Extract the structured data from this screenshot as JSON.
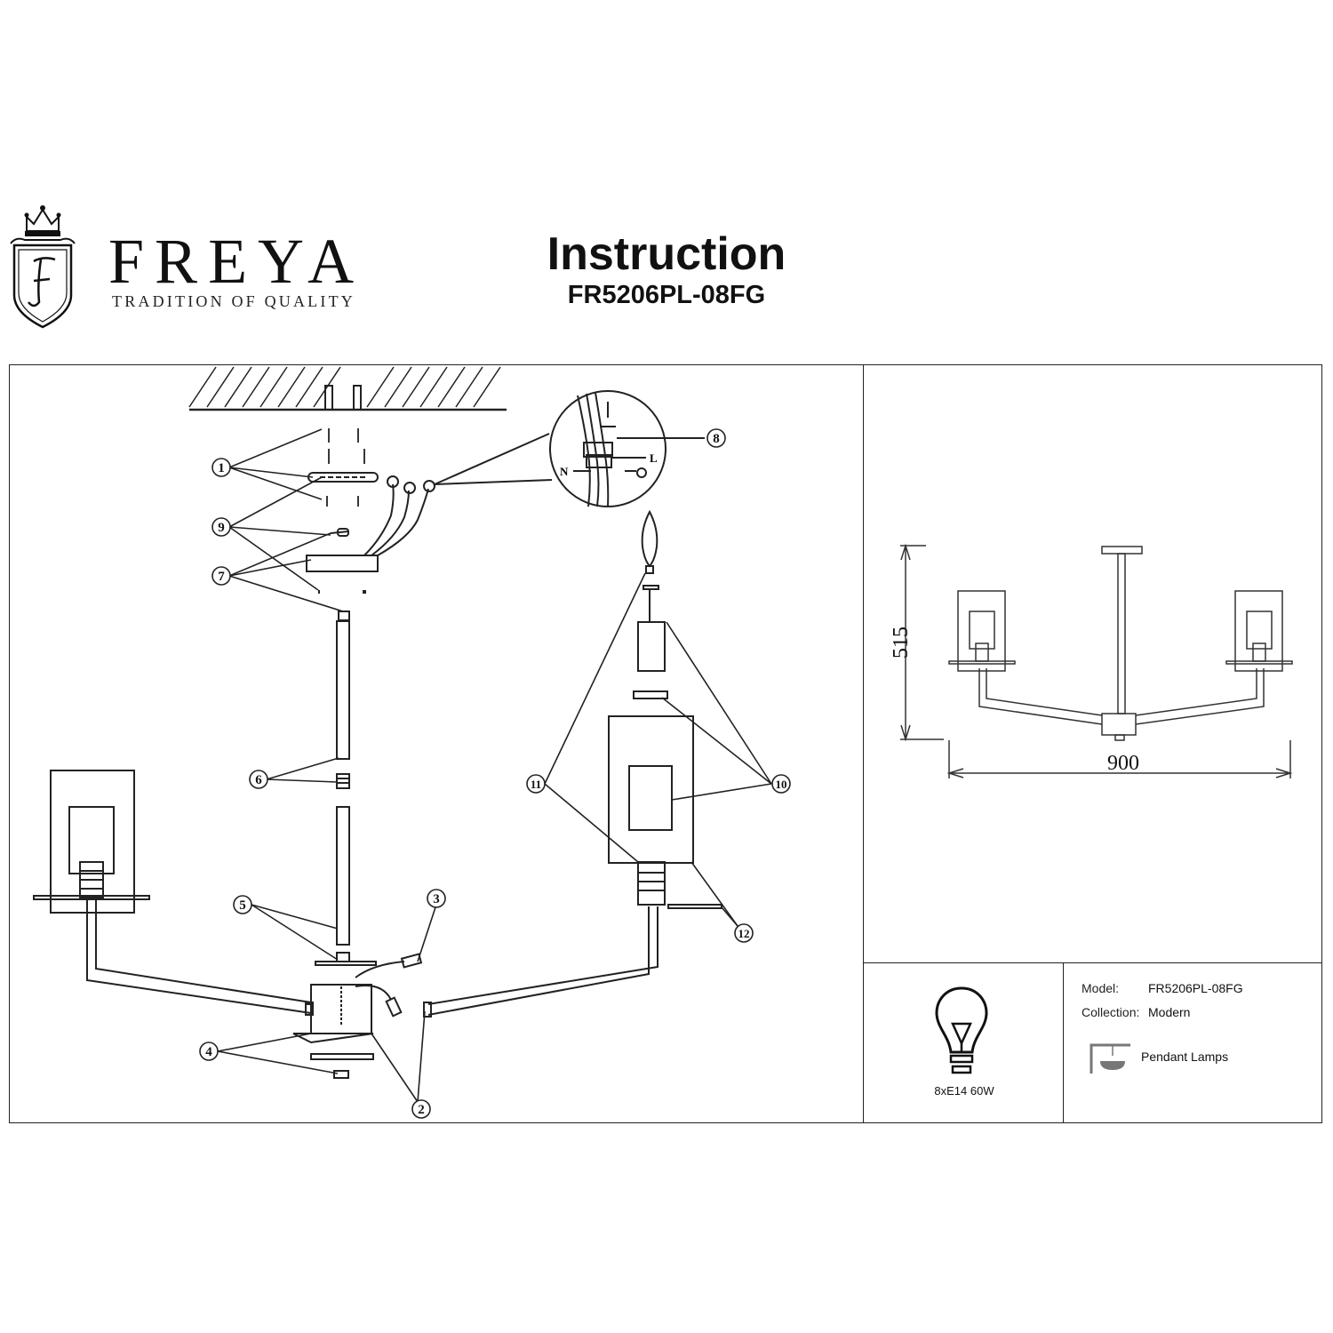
{
  "header": {
    "brand_name": "FREYA",
    "brand_tagline": "TRADITION OF QUALITY",
    "title": "Instruction",
    "model_code": "FR5206PL-08FG"
  },
  "assembly": {
    "callouts": [
      "1",
      "2",
      "3",
      "4",
      "5",
      "6",
      "7",
      "8",
      "9",
      "10",
      "11",
      "12"
    ],
    "wire_labels": {
      "neutral": "N",
      "live": "L"
    }
  },
  "dimensions": {
    "height": "515",
    "width": "900"
  },
  "specs": {
    "bulb": "8xE14 60W",
    "model_label": "Model:",
    "model_value": "FR5206PL-08FG",
    "collection_label": "Collection:",
    "collection_value": "Modern",
    "type": "Pendant Lamps"
  },
  "icons": [
    "freya-crest-logo",
    "bulb-icon",
    "pendant-lamp-icon"
  ]
}
